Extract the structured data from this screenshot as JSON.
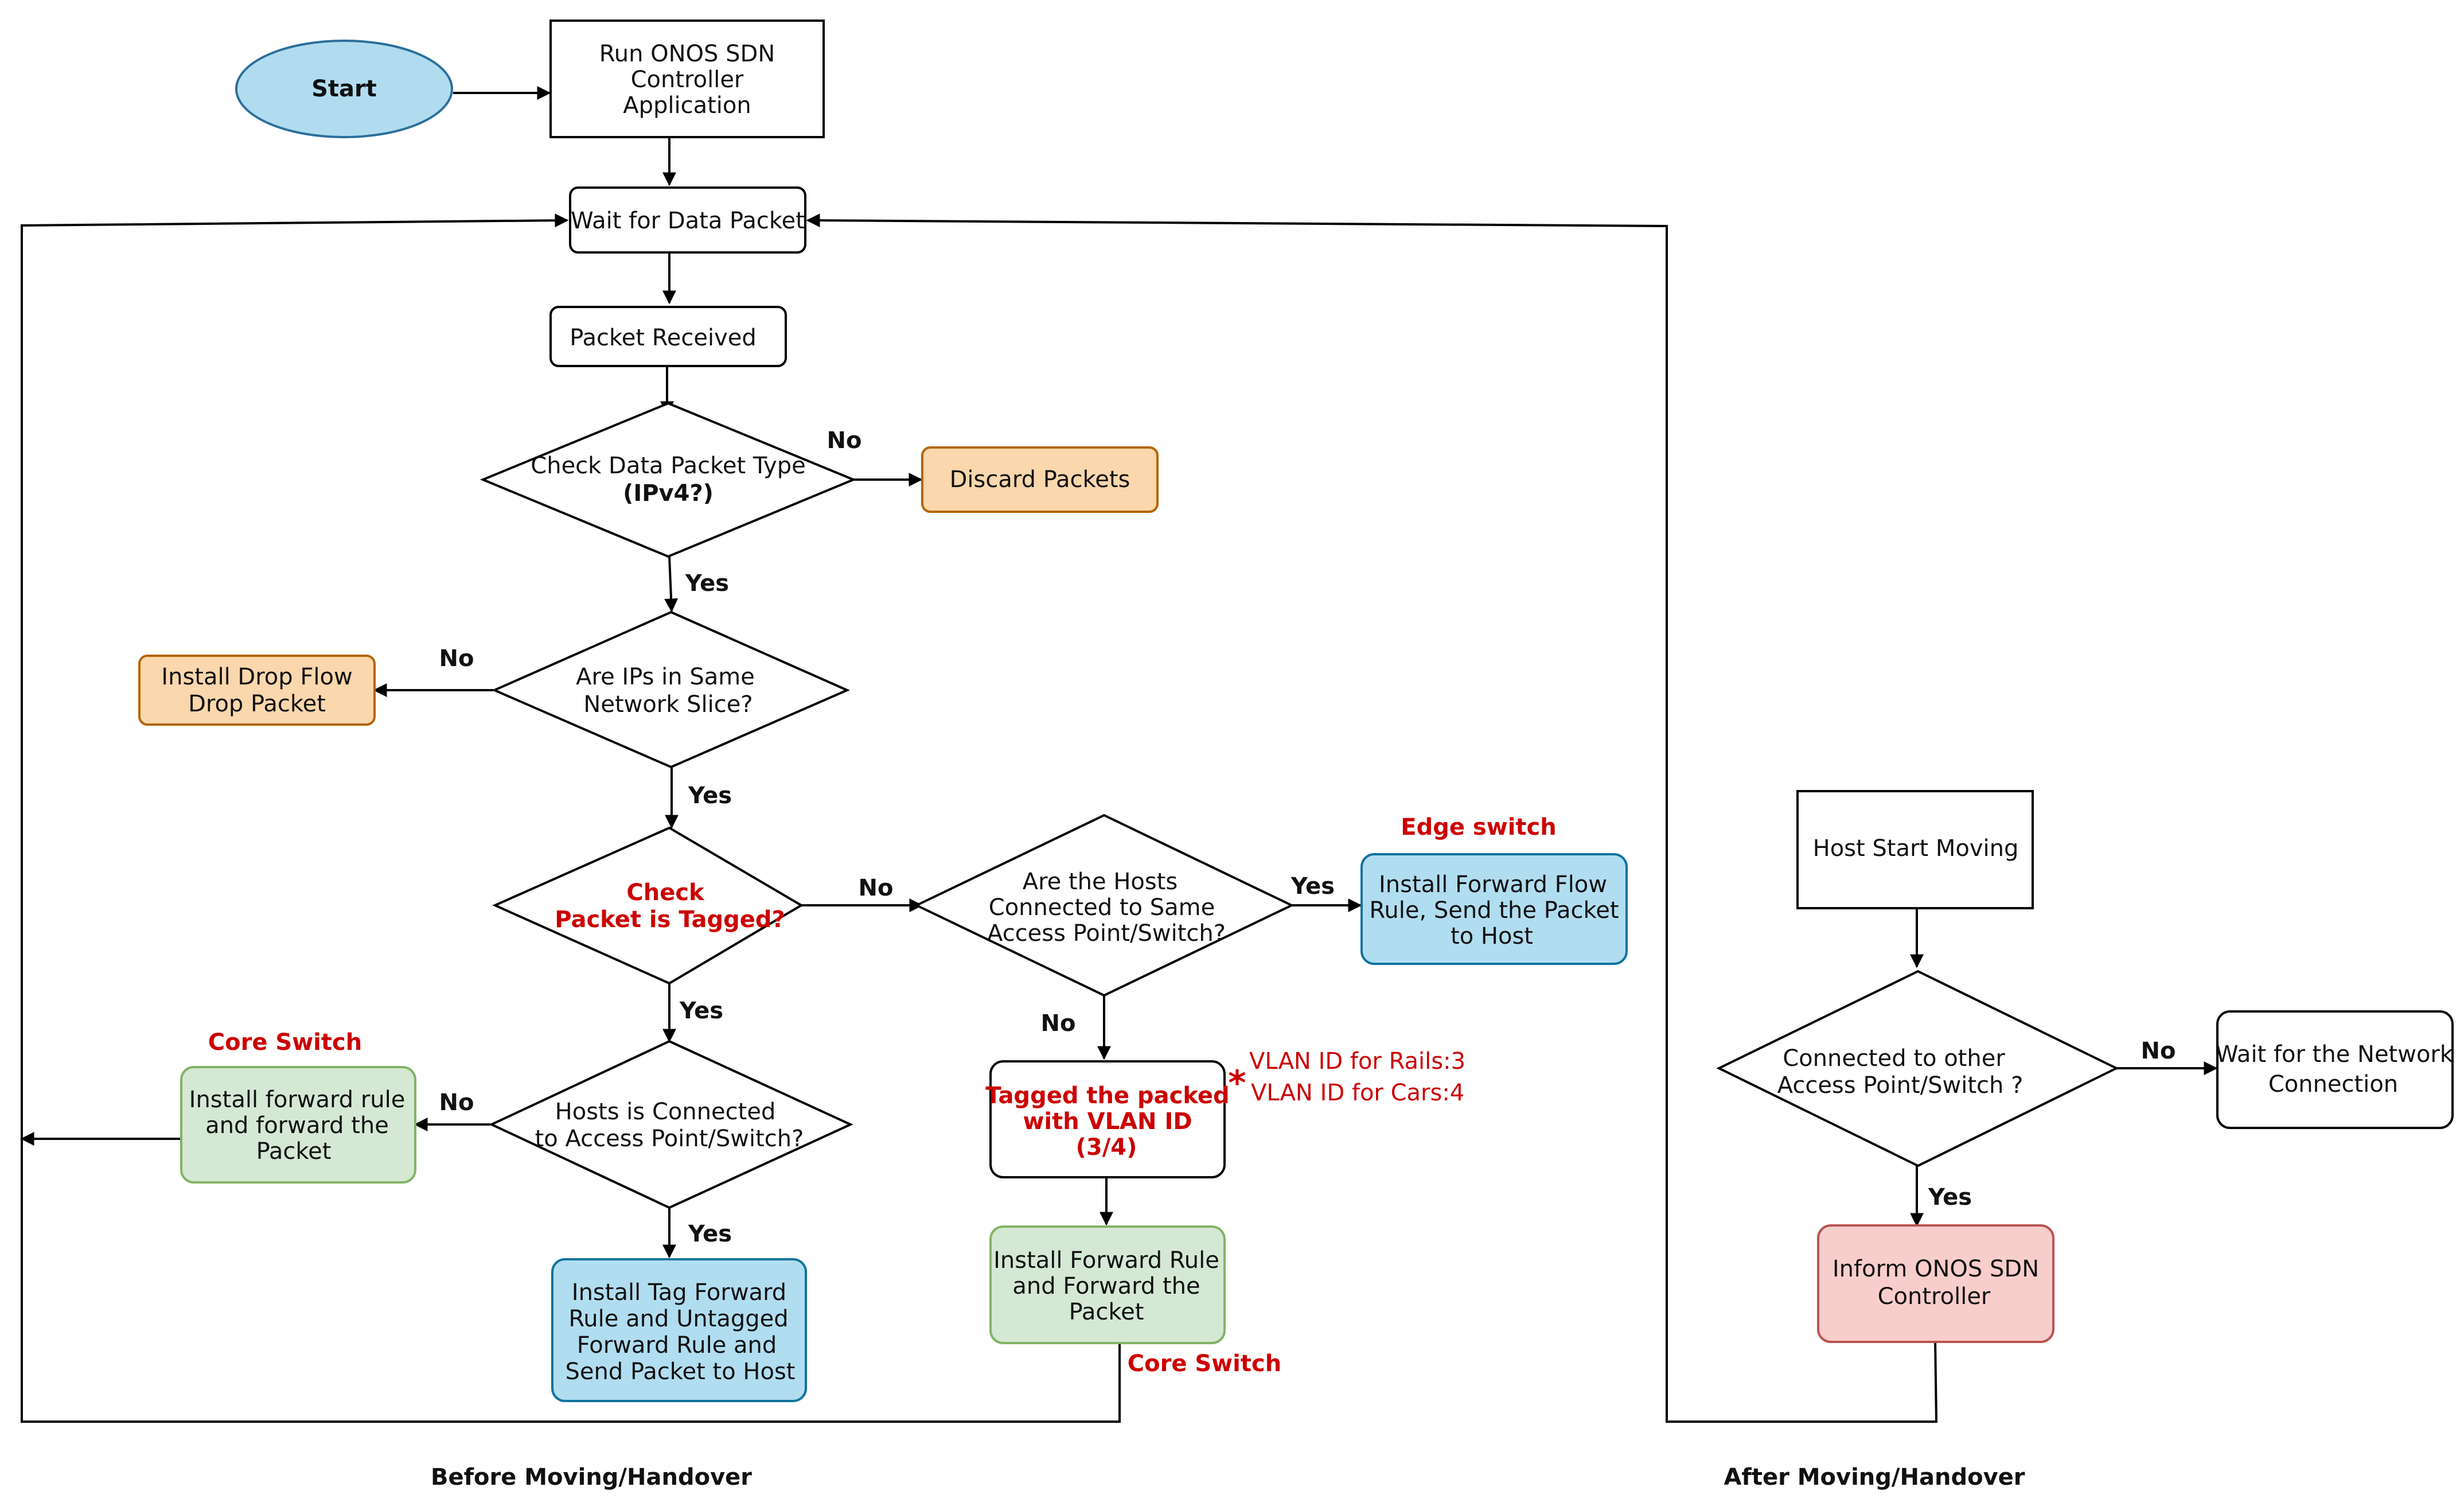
{
  "colors": {
    "terminal_fill": "#b1dcef",
    "terminal_stroke": "#2c6f9a",
    "orange_fill": "#fad7ac",
    "orange_stroke": "#b46504",
    "blue_fill": "#b1ddf0",
    "blue_stroke": "#10739e",
    "green_fill": "#d5e8d4",
    "green_stroke": "#82b366",
    "pink_fill": "#f8cecc",
    "pink_stroke": "#b85450",
    "red_text": "#cc0000"
  },
  "nodes": {
    "start": "Start",
    "run_onos": [
      "Run ONOS SDN",
      "Controller",
      "Application"
    ],
    "wait_packet": "Wait for Data Packet",
    "packet_received": "Packet Received",
    "check_type": [
      "Check Data Packet Type",
      "(IPv4?)"
    ],
    "discard": "Discard Packets",
    "same_slice": [
      "Are IPs in Same",
      "Network Slice?"
    ],
    "drop_flow": [
      "Install Drop Flow",
      "Drop Packet"
    ],
    "check_tagged": [
      "Check",
      "Packet is Tagged?"
    ],
    "hosts_same_ap": [
      "Are the Hosts",
      "Connected to Same",
      "Access Point/Switch?"
    ],
    "install_forward_flow": [
      "Install Forward Flow",
      "Rule, Send the Packet",
      "to Host"
    ],
    "host_connected": [
      "Hosts is Connected",
      "to Access Point/Switch?"
    ],
    "install_forward_core": [
      "Install forward rule",
      "and forward the",
      "Packet"
    ],
    "install_tag_forward": [
      "Install Tag Forward",
      "Rule and Untagged",
      "Forward Rule and",
      "Send Packet to Host"
    ],
    "tag_vlan": [
      "Tagged the packed",
      "with VLAN ID",
      "(3/4)"
    ],
    "install_forward_rule": [
      "Install Forward Rule",
      "and Forward the",
      "Packet"
    ],
    "host_moving": "Host Start Moving",
    "connected_other": [
      "Connected to other",
      "Access Point/Switch ?"
    ],
    "wait_network": [
      "Wait for the Network",
      "Connection"
    ],
    "inform_onos": [
      "Inform ONOS SDN",
      "Controller"
    ]
  },
  "edge_labels": {
    "no_type": "No",
    "yes_type": "Yes",
    "no_slice": "No",
    "yes_slice": "Yes",
    "no_tagged": "No",
    "yes_tagged": "Yes",
    "yes_same_ap": "Yes",
    "no_same_ap": "No",
    "no_connected": "No",
    "yes_connected": "Yes",
    "no_other": "No",
    "yes_other": "Yes"
  },
  "annotations": {
    "edge_switch": "Edge switch",
    "core_switch_left": "Core Switch",
    "core_switch_bottom": "Core Switch",
    "asterisk": "*",
    "vlan_rails": "VLAN ID for Rails:3",
    "vlan_cars": "VLAN ID for Cars:4",
    "before": "Before Moving/Handover",
    "after": "After Moving/Handover"
  }
}
